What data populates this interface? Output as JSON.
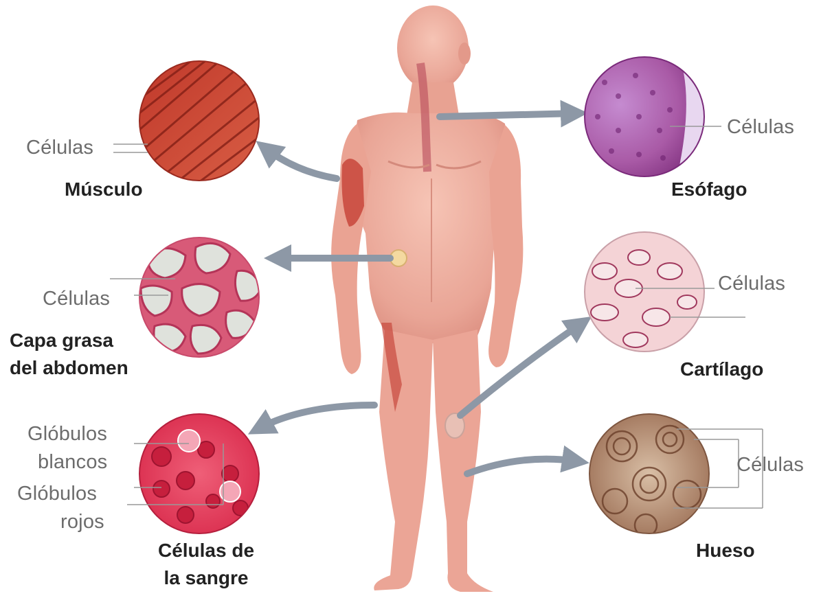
{
  "panels": {
    "musculo": {
      "title": "Músculo",
      "label": "Células"
    },
    "grasa": {
      "title_line1": "Capa grasa",
      "title_line2": "del abdomen",
      "label": "Células"
    },
    "sangre": {
      "title_line1": "Células de",
      "title_line2": "la sangre",
      "label_white_1": "Glóbulos",
      "label_white_2": "blancos",
      "label_red_1": "Glóbulos",
      "label_red_2": "rojos"
    },
    "esofago": {
      "title": "Esófago",
      "label": "Células"
    },
    "cartilago": {
      "title": "Cartílago",
      "label": "Células"
    },
    "hueso": {
      "title": "Hueso",
      "label": "Células"
    }
  },
  "colors": {
    "skin": "#e9a898",
    "muscle": "#c24a3c",
    "esophagus": "#a04f9a",
    "cartilage": "#f3cfd2",
    "bone": "#b79178",
    "blood": "#e33c5c",
    "arrow": "#8d98a6"
  }
}
